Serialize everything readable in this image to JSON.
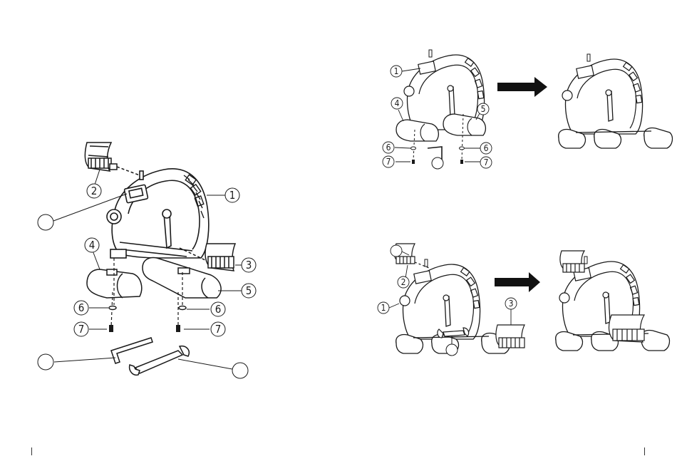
{
  "left_page": {
    "diagram": "exploded parts view",
    "callouts": [
      {
        "num": "1",
        "part": "main-frame"
      },
      {
        "num": "2",
        "part": "left-pedal"
      },
      {
        "num": "3",
        "part": "right-pedal"
      },
      {
        "num": "4",
        "part": "front-stabilizer"
      },
      {
        "num": "5",
        "part": "rear-stabilizer"
      },
      {
        "num": "6",
        "part": "washer"
      },
      {
        "num": "6",
        "part": "washer"
      },
      {
        "num": "7",
        "part": "bolt"
      },
      {
        "num": "7",
        "part": "bolt"
      }
    ],
    "blank_callouts": 3
  },
  "right_page": {
    "step_a": {
      "callouts": [
        "1",
        "4",
        "5",
        "6",
        "6",
        "7",
        "7"
      ],
      "arrow": "right-arrow"
    },
    "step_b": {
      "callouts": [
        "1",
        "2",
        "3"
      ],
      "arrow": "right-arrow"
    }
  }
}
